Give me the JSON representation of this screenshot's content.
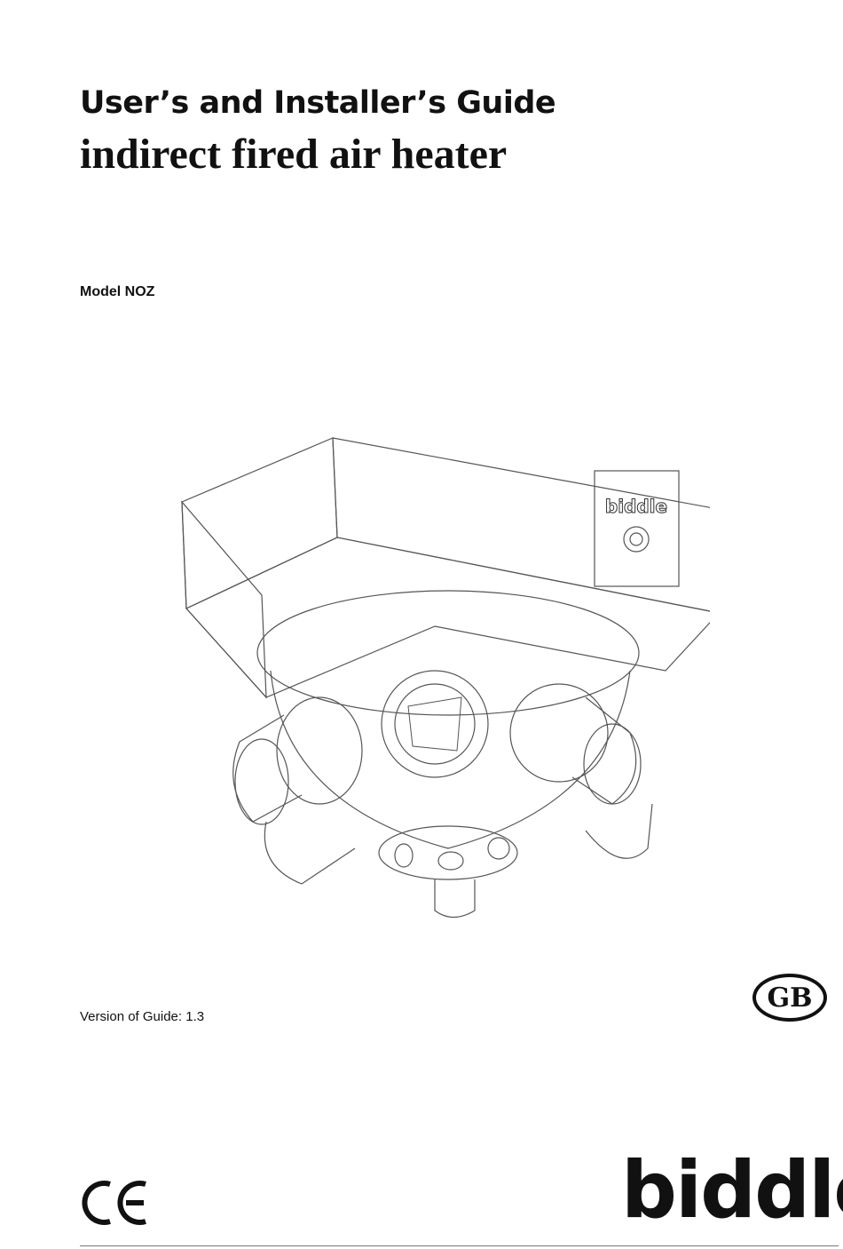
{
  "header": {
    "subtitle": "User’s and Installer’s Guide",
    "title": "indirect fired air heater"
  },
  "model": "Model NOZ",
  "illustration": {
    "unit_label": "biddle"
  },
  "version": "Version of Guide: 1.3",
  "badge": "GB",
  "logo": "biddle",
  "colors": {
    "ink": "#111111",
    "line": "#555555"
  }
}
